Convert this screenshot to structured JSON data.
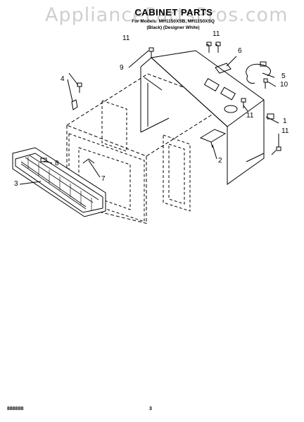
{
  "header": {
    "watermark": "AppliancePartsPros.com",
    "title": "CABINET PARTS",
    "subtitle_line1": "For Models: MH1150XSB, MH1150XSQ",
    "subtitle_line2": "(Black)   (Designer White)"
  },
  "callouts": [
    "11",
    "9",
    "11",
    "6",
    "4",
    "5",
    "10",
    "11",
    "1",
    "11",
    "2",
    "8",
    "7",
    "3"
  ],
  "footer": {
    "doc_number": "888888",
    "page_number": "3"
  }
}
